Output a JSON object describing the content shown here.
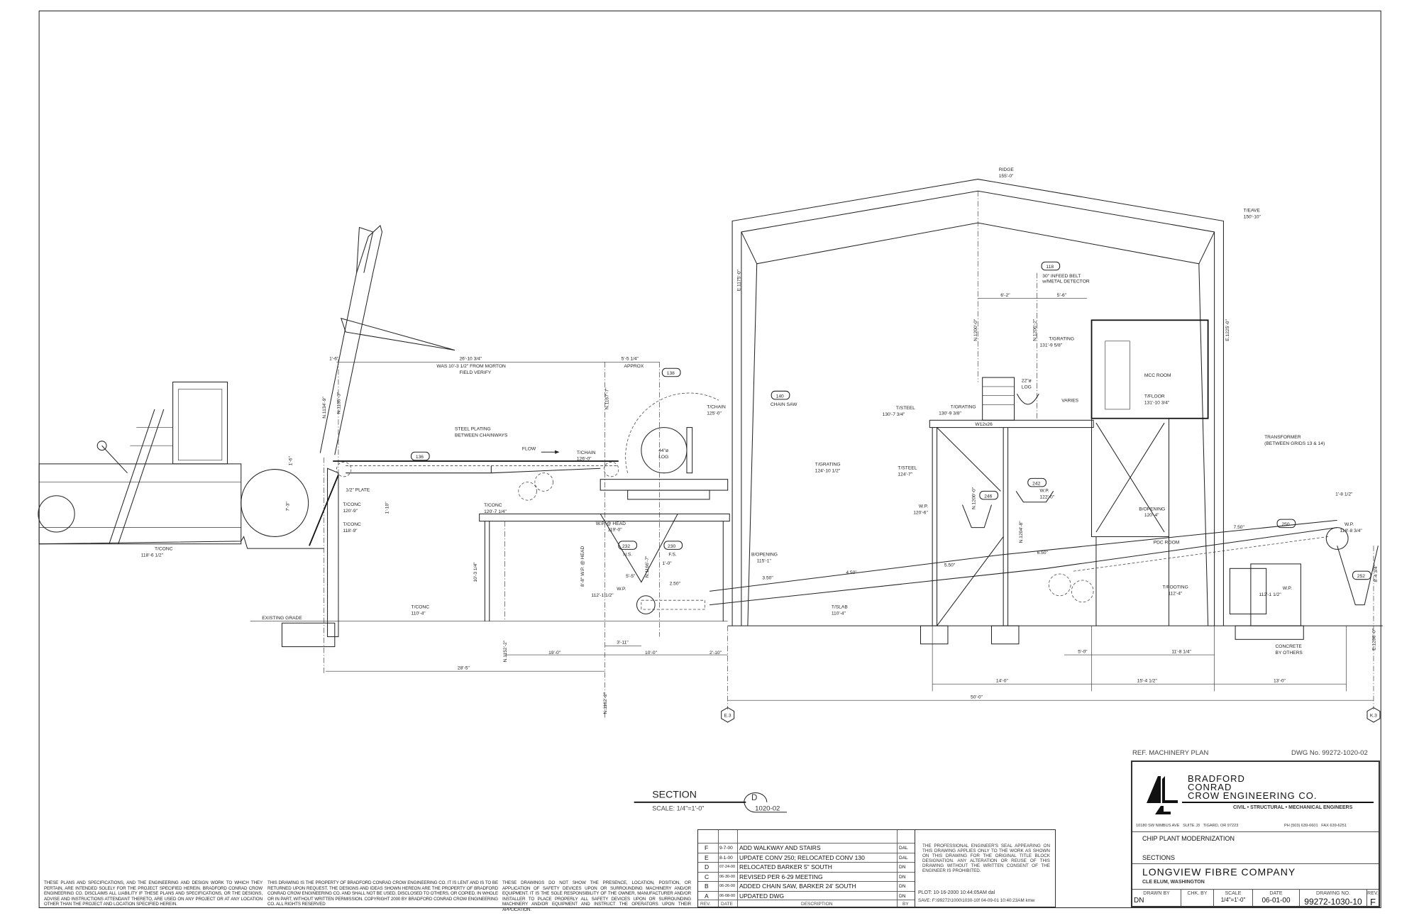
{
  "drawing": {
    "labels": {
      "t_conc_a": "T/CONC",
      "t_conc_a_el": "118'-6 1/2\"",
      "d_1_6_top": "1'-6\"",
      "n1134": "N.1134'-9\"",
      "n1135": "N.1135'-3\"",
      "d_1_6_v": "1'-6\"",
      "d_7_3": "7'-3\"",
      "half_plate": "1/2\" PLATE",
      "t_conc_b": "T/CONC",
      "t_conc_b_el": "120'-9\"",
      "d_1_10": "1'-10\"",
      "t_conc_c": "T/CONC",
      "t_conc_c_el": "118'-9\"",
      "existing_grade": "EXISTING GRADE",
      "t_conc_d": "T/CONC",
      "t_conc_d_el": "110'-4\"",
      "d_26_10": "26'-10 3/4\"",
      "was_note": "WAS 10'-3 1/2\" FROM MORTON",
      "field_verify": "FIELD VERIFY",
      "d_5_5_14": "5'-5 1/4\"",
      "approx": "APPROX",
      "tag_138": "138",
      "n1167": "N.1167'-7\"",
      "steel_plating": "STEEL PLATING",
      "between_chainways": "BETWEEN CHAINWAYS",
      "tag_136": "136",
      "flow": "FLOW",
      "t_chain_a": "T/CHAIN",
      "t_chain_a_el": "126'-0\"",
      "t_chain_b": "T/CHAIN",
      "t_chain_b_el": "125'-0\"",
      "tag_140": "140",
      "chain_saw": "CHAIN SAW",
      "log44": "44\"ø",
      "log44b": "LOG",
      "t_conc_e": "T/CONC",
      "t_conc_e_el": "120'-7 1/4\"",
      "wp_head": "W.P. @ HEAD",
      "wp_head_el": "119'-0\"",
      "d_10_3": "10'-3 1/4\"",
      "tag_232": "232",
      "ns": "N.S.",
      "tag_230": "230",
      "fs": "F.S.",
      "n1166": "N.1166'-7\"",
      "d_1_0": "1'-0\"",
      "d_8_8": "8'-8\" W.P. @ HEAD",
      "d_5_5": "5'-5\"",
      "d_2_50": "2.50\"",
      "wp_a": "W.P.",
      "wp_a_el": "112'-1 1/2\"",
      "d_3_11": "3'-11\"",
      "d_19_0": "19'-0\"",
      "d_10_0": "10'-0\"",
      "d_2_10": "2'-10\"",
      "d_28_5": "28'-5\"",
      "n1152": "N.1152'-2\"",
      "n1162": "N.1162'-2\"",
      "grid_e3": "E.3",
      "grid_k3": "K.3",
      "b_open_a": "B/OPENING",
      "b_open_a_el": "115'-1\"",
      "d_3_50": "3.50\"",
      "t_grating_a": "T/GRATING",
      "t_grating_a_el": "124'-10 1/2\"",
      "e1175": "E.1175'-0\"",
      "d_4_50": "4.50\"",
      "t_slab": "T/SLAB",
      "t_slab_el": "110'-4\"",
      "ridge": "RIDGE",
      "ridge_el": "155'-0\"",
      "t_eave": "T/EAVE",
      "t_eave_el": "150'-10\"",
      "tag_118": "118",
      "infeed_belt": "30\" INFEED BELT",
      "metal_detector": "w/METAL DETECTOR",
      "d_6_2": "6'-2\"",
      "d_5_6": "5'-6\"",
      "n1200": "N.1200'-0\"",
      "n1206": "N.1206'-2\"",
      "t_grating_b": "T/GRATING",
      "t_grating_b_el": "131'-9 5/8\"",
      "log22": "22\"ø",
      "log22b": "LOG",
      "varies": "VARIES",
      "mcc_room": "MCC ROOM",
      "t_floor": "T/FLOOR",
      "t_floor_el": "131'-10 3/4\"",
      "e1225": "E.1225'-0\"",
      "t_steel_a": "T/STEEL",
      "t_steel_a_el": "130'-7 3/4\"",
      "t_grating_c": "T/GRATING",
      "t_grating_c_el": "130'-9 3/8\"",
      "w12x26": "W12x26",
      "t_steel_b": "T/STEEL",
      "t_steel_b_el": "124'-7\"",
      "tag_246": "246",
      "n1200b": "N.1200'-0\"",
      "tag_242": "242",
      "wp_b": "W.P.",
      "wp_b_el": "122'-0\"",
      "wp_c": "W.P.",
      "wp_c_el": "120'-6\"",
      "n1204": "N.1204'-8\"",
      "b_open_b": "B/OPENING",
      "b_open_b_el": "120'-4\"",
      "pdc_room": "PDC ROOM",
      "transformer": "TRANSFORMER",
      "between_grids": "(BETWEEN GRIDS 13 & 14)",
      "d_1_8": "1'-8 1/2\"",
      "tag_250": "250",
      "d_7_50": "7.50\"",
      "wp_d": "W.P.",
      "wp_d_el": "118'-8 3/4\"",
      "d_6_50": "6.50\"",
      "d_5_50": "5.50\"",
      "tag_252": "252",
      "d_8_4": "8'-4 3/4\"",
      "t_footing": "T/FOOTING",
      "t_footing_el": "112'-4\"",
      "wp_e": "W.P.",
      "wp_e_el": "112'-1 1/2\"",
      "e1238": "E.1238'-0\"",
      "concrete": "CONCRETE",
      "by_others": "BY OTHERS",
      "d_5_0": "5'-0\"",
      "d_11_8": "11'-8 1/4\"",
      "d_14_0": "14'-0\"",
      "d_15_4": "15'-4 1/2\"",
      "d_13_0": "13'-0\"",
      "d_50_0": "50'-0\""
    },
    "section": {
      "title": "SECTION",
      "scale": "SCALE: 1/4\"=1'-0\"",
      "mark": "D",
      "sheet": "1020-02"
    }
  },
  "title_block": {
    "ref_label": "REF. MACHINERY PLAN",
    "ref_dwg": "DWG No. 99272-1020-02",
    "firm_line1": "BRADFORD",
    "firm_line2": "CONRAD",
    "firm_line3": "CROW ENGINEERING CO.",
    "firm_disciplines": "CIVIL • STRUCTURAL • MECHANICAL ENGINEERS",
    "address": "10180 SW NIMBUS AVE   SUITE J3   TIGARD, OR 97223",
    "phone": "PH (503) 639-6601   FAX 639-6251",
    "project": "CHIP PLANT MODERNIZATION",
    "sheet_title": "SECTIONS",
    "client": "LONGVIEW FIBRE COMPANY",
    "location": "CLE ELUM, WASHINGTON",
    "fields": {
      "drawn_by_label": "DRAWN BY",
      "drawn_by": "DN",
      "chk_by_label": "CHK. BY",
      "chk_by": "",
      "scale_label": "SCALE",
      "scale": "1/4\"=1'-0\"",
      "date_label": "DATE",
      "date": "06-01-00",
      "drawing_no_label": "DRAWING NO.",
      "drawing_no": "99272-1030-10",
      "rev_label": "REV.",
      "rev": "F"
    }
  },
  "revisions": {
    "headers": {
      "rev": "REV.",
      "date": "DATE",
      "description": "DESCRIPTION",
      "by": "BY"
    },
    "rows": [
      {
        "rev": "F",
        "date": "9-7-00",
        "description": "ADD WALKWAY AND STAIRS",
        "by": "DAL"
      },
      {
        "rev": "E",
        "date": "8-1-00",
        "description": "UPDATE CONV 250; RELOCATED CONV 130",
        "by": "DAL"
      },
      {
        "rev": "D",
        "date": "07-24-00",
        "description": "RELOCATED BARKER 5\" SOUTH",
        "by": "DN"
      },
      {
        "rev": "C",
        "date": "06-30-00",
        "description": "REVISED PER 6-29 MEETING",
        "by": "DN"
      },
      {
        "rev": "B",
        "date": "06-26-00",
        "description": "ADDED CHAIN SAW, BARKER 24' SOUTH",
        "by": "DN"
      },
      {
        "rev": "A",
        "date": "06-08-00",
        "description": "UPDATED DWG",
        "by": "DN"
      }
    ]
  },
  "pe_note": "THE PROFESSIONAL ENGINEER'S SEAL APPEARING ON THIS DRAWING APPLIES ONLY TO THE WORK AS SHOWN ON THIS DRAWING FOR THE ORIGINAL TITLE BLOCK DESIGNATION.  ANY ALTERATION OR REUSE OF THIS DRAWING WITHOUT THE WRITTEN CONSENT OF THE ENGINEER IS PROHIBITED.",
  "plot_info": "PLOT: 10-16-2000   10:44:05AM   dal",
  "save_info": "SAVE: F:\\99272\\1000\\1030-10f 04-09-01  10:40:23AM  kmw",
  "disclaimers": [
    "THESE PLANS AND SPECIFICATIONS, AND THE ENGINEERING AND DESIGN WORK TO WHICH THEY PERTAIN, ARE INTENDED SOLELY FOR THE PROJECT SPECIFIED HEREIN.  BRADFORD CONRAD CROW ENGINEERING CO. DISCLAIMS ALL LIABILITY IF THESE PLANS AND SPECIFICATIONS, OR THE DESIGNS, ADVISE AND INSTRUCTIONS ATTENDANT THERETO, ARE USED ON ANY PROJECT OR AT ANY LOCATION OTHER THAN THE PROJECT AND LOCATION SPECIFIED HEREIN.",
    "THIS DRAWING IS THE PROPERTY OF BRADFORD CONRAD CROW ENGINEERING CO.  IT IS LENT AND IS TO BE RETURNED UPON REQUEST.  THE DESIGNS AND IDEAS SHOWN HEREON ARE THE PROPERTY OF BRADFORD CONRAD CROW ENGINEERING CO. AND SHALL NOT BE USED, DISCLOSED TO OTHERS, OR COPIED, IN WHOLE OR IN PART, WITHOUT WRITTEN PERMISSION. COPYRIGHT 2000 BY BRADFORD CONRAD CROW ENGINEERING CO. ALL RIGHTS RESERVED",
    "THESE DRAWINGS DO NOT SHOW THE PRESENCE, LOCATION, POSITION, OR APPLICATION OF SAFETY DEVICES UPON OR SURROUNDING MACHINERY AND/OR EQUIPMENT. IT IS THE SOLE RESPONSIBILITY OF THE OWNER, MANUFACTURER AND/OR INSTALLER TO PLACE PROPERLY ALL SAFETY DEVICES UPON OR SURROUNDING MACHINERY AND/OR EQUIPMENT AND INSTRUCT THE OPERATORS UPON THEIR APPLICATION."
  ]
}
